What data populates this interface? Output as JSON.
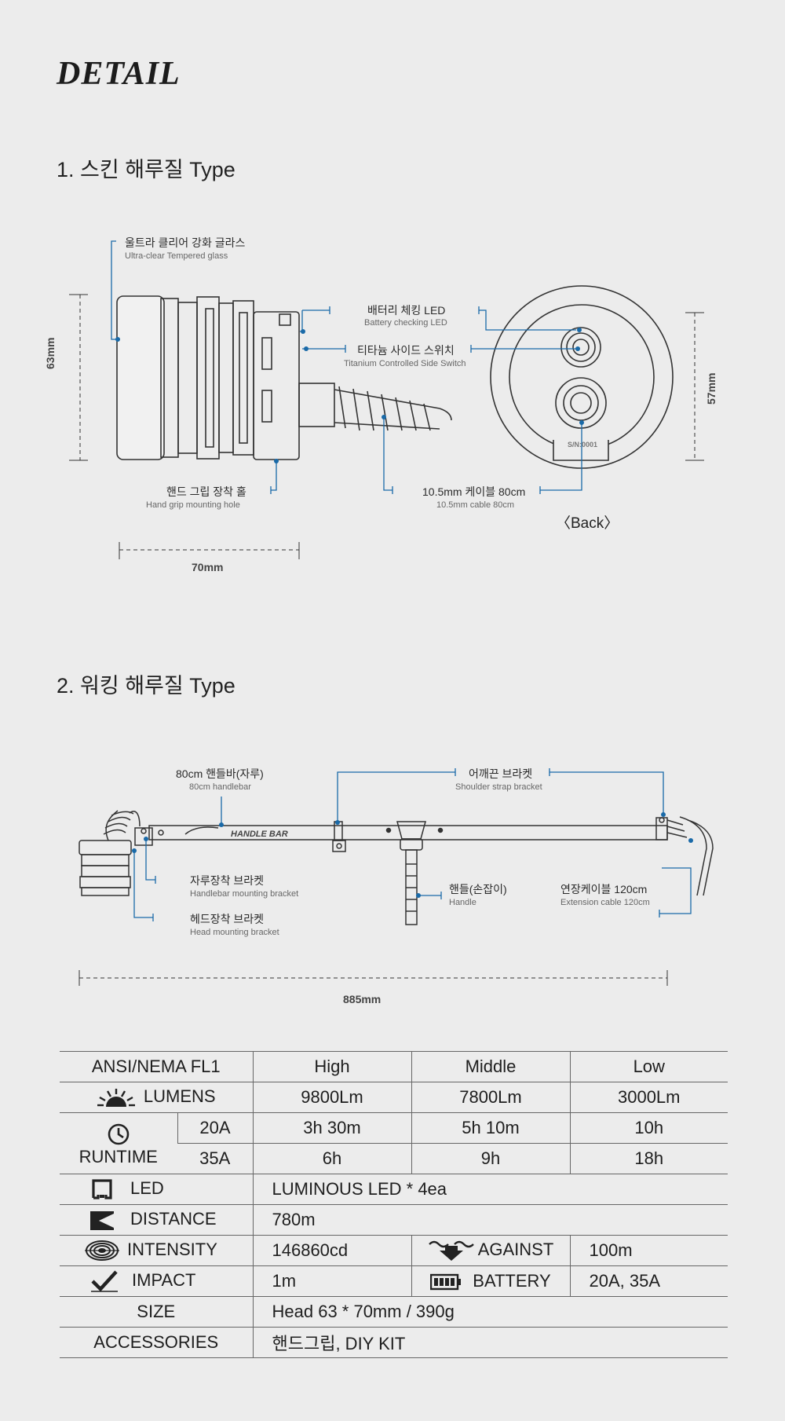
{
  "title": "DETAIL",
  "section1": {
    "heading": "1. 스킨 해루질 Type",
    "callouts": {
      "glass": {
        "ko": "울트라 클리어 강화 글라스",
        "en": "Ultra-clear Tempered glass"
      },
      "battery_led": {
        "ko": "배터리 체킹 LED",
        "en": "Battery checking LED"
      },
      "side_switch": {
        "ko": "티타늄 사이드 스위치",
        "en": "Titanium Controlled Side Switch"
      },
      "grip_hole": {
        "ko": "핸드 그립 장착 홀",
        "en": "Hand grip mounting hole"
      },
      "cable": {
        "ko": "10.5mm 케이블 80cm",
        "en": "10.5mm cable 80cm"
      }
    },
    "dims": {
      "height": "63mm",
      "length": "70mm",
      "back_diameter": "57mm"
    },
    "back_label": "〈Back〉",
    "serial": "S/N:0001"
  },
  "section2": {
    "heading": "2. 워킹 해루질 Type",
    "callouts": {
      "handlebar": {
        "ko": "80cm 핸들바(자루)",
        "en": "80cm handlebar"
      },
      "shoulder": {
        "ko": "어깨끈 브라켓",
        "en": "Shoulder strap bracket"
      },
      "bar_bracket": {
        "ko": "자루장착 브라켓",
        "en": "Handlebar mounting bracket"
      },
      "head_bracket": {
        "ko": "헤드장착 브라켓",
        "en": "Head mounting bracket"
      },
      "handle": {
        "ko": "핸들(손잡이)",
        "en": "Handle"
      },
      "ext_cable": {
        "ko": "연장케이블 120cm",
        "en": "Extension cable 120cm"
      }
    },
    "bar_text": "HANDLE BAR",
    "dims": {
      "length": "885mm"
    }
  },
  "spec": {
    "header": {
      "label": "ANSI/NEMA FL1",
      "high": "High",
      "middle": "Middle",
      "low": "Low"
    },
    "lumens": {
      "label": "LUMENS",
      "high": "9800Lm",
      "middle": "7800Lm",
      "low": "3000Lm"
    },
    "runtime": {
      "label": "RUNTIME",
      "rows": [
        {
          "battery": "20A",
          "high": "3h 30m",
          "middle": "5h 10m",
          "low": "10h"
        },
        {
          "battery": "35A",
          "high": "6h",
          "middle": "9h",
          "low": "18h"
        }
      ]
    },
    "led": {
      "label": "LED",
      "value": "LUMINOUS LED * 4ea"
    },
    "distance": {
      "label": "DISTANCE",
      "value": "780m"
    },
    "intensity": {
      "label": "INTENSITY",
      "value": "146860cd"
    },
    "against": {
      "label": "AGAINST",
      "value": "100m"
    },
    "impact": {
      "label": "IMPACT",
      "value": "1m"
    },
    "battery": {
      "label": "BATTERY",
      "value": "20A, 35A"
    },
    "size": {
      "label": "SIZE",
      "value": "Head 63 * 70mm / 390g"
    },
    "accessories": {
      "label": "ACCESSORIES",
      "value": "핸드그립, DIY KIT"
    }
  }
}
